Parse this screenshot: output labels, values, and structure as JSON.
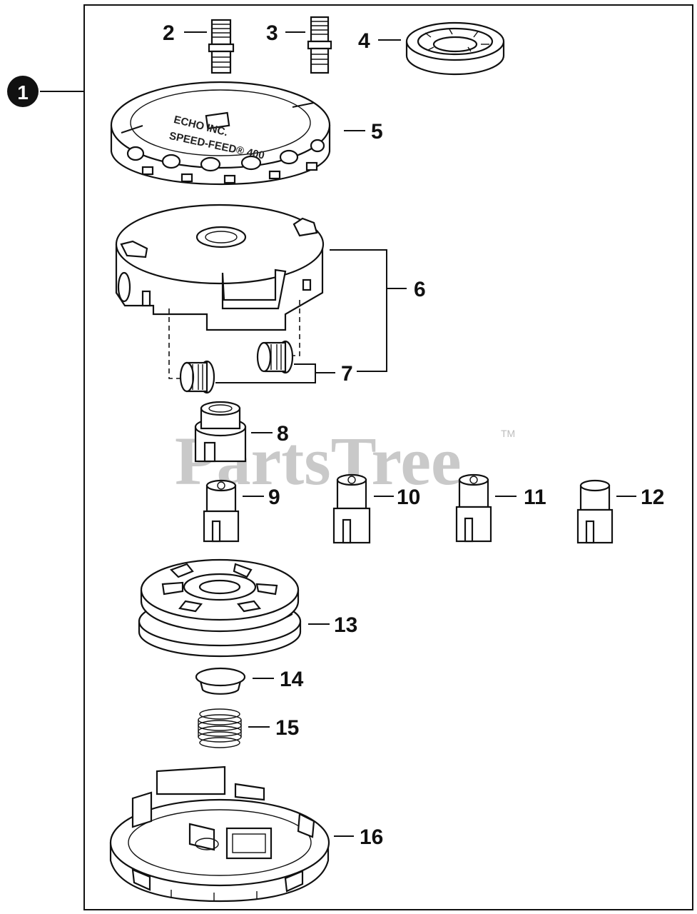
{
  "diagram": {
    "callouts": {
      "c1": "1",
      "c2": "2",
      "c3": "3",
      "c4": "4",
      "c5": "5",
      "c6": "6",
      "c7": "7",
      "c8": "8",
      "c9": "9",
      "c10": "10",
      "c11": "11",
      "c12": "12",
      "c13": "13",
      "c14": "14",
      "c15": "15",
      "c16": "16"
    },
    "cap_text": {
      "line1": "ECHO INC.",
      "line2": "SPEED-FEED® 400"
    },
    "watermark": {
      "text": "PartsTree",
      "trademark": "TM"
    }
  }
}
